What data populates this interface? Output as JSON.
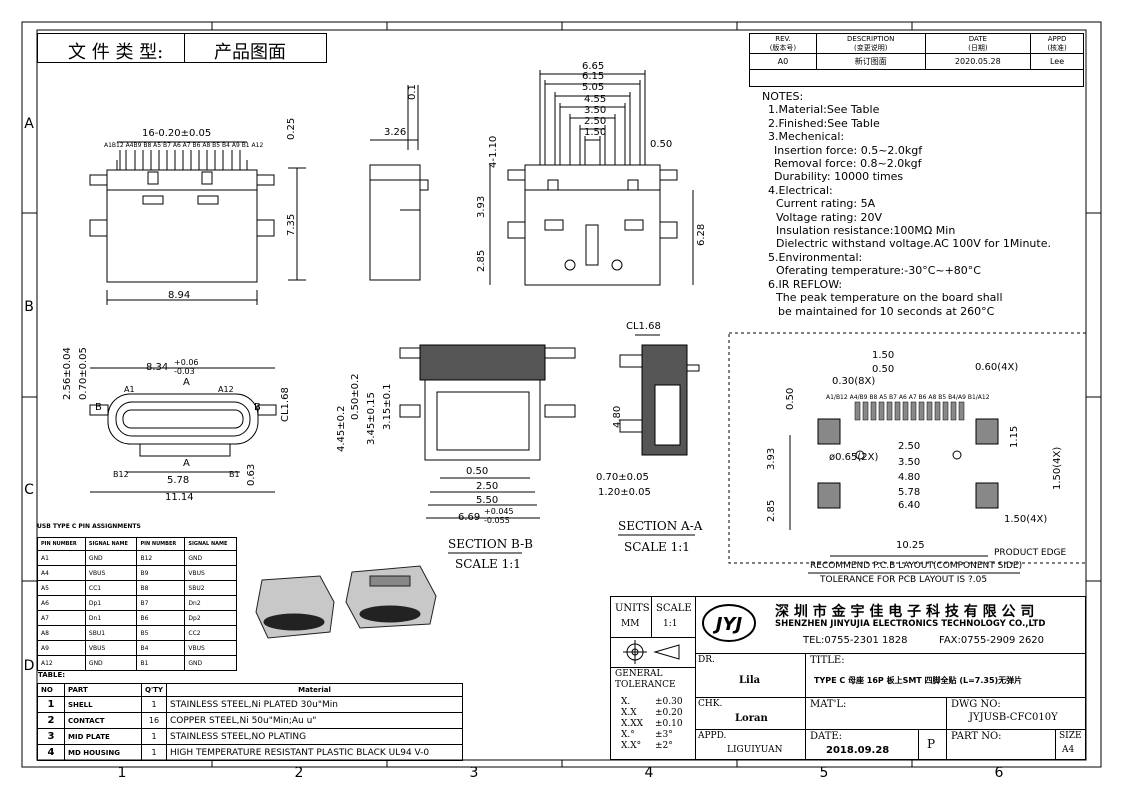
{
  "frame": {
    "columns": [
      "1",
      "2",
      "3",
      "4",
      "5",
      "6"
    ],
    "rows": [
      "A",
      "B",
      "C",
      "D"
    ]
  },
  "title_box": {
    "label": "文 件 类 型:",
    "value": "产品图面"
  },
  "revision": {
    "headers": [
      "REV.\n(版本号)",
      "DESCRIPTION\n(变更说明)",
      "DATE\n(日期)",
      "APPD\n(核准)"
    ],
    "row": [
      "A0",
      "新订图面",
      "2020.05.28",
      "Lee"
    ]
  },
  "notes": {
    "title": "NOTES:",
    "lines": [
      "1.Material:See Table",
      "2.Finished:See Table",
      "3.Mechenical:",
      "Insertion force: 0.5~2.0kgf",
      "Removal force: 0.8~2.0kgf",
      "Durability: 10000 times",
      "4.Electrical:",
      "Current rating: 5A",
      "Voltage rating: 20V",
      "Insulation resistance:100MΩ Min",
      "Dielectric withstand voltage.AC 100V for 1Minute.",
      "5.Environmental:",
      "Oferating temperature:-30°C~+80°C",
      "6.IR REFLOW:",
      "The peak temperature on the board shall",
      "be maintained for 10 seconds at 260°C"
    ]
  },
  "dims": {
    "top_width": "16-0.20±0.05",
    "top_pins": "A1B12 A4B9 B8 A5 B7 A6 A7 B6 A8 B5 B4 A9 B1 A12",
    "d025": "0.25",
    "d735": "7.35",
    "d894": "8.94",
    "d326": "3.26",
    "d01": "0.1",
    "d665": "6.65",
    "d615": "6.15",
    "d505": "5.05",
    "d455": "4.55",
    "d350": "3.50",
    "d250": "2.50",
    "d150": "1.50",
    "d050": "0.50",
    "d110": "4-1.10",
    "d393": "3.93",
    "d628": "6.28",
    "d285": "2.85",
    "d834": "8.34",
    "d834_tol_up": "+0.06",
    "d834_tol_dn": "-0.03",
    "d256": "2.56±0.04",
    "d070": "0.70±0.05",
    "dcl168": "CL1.68",
    "d578": "5.78",
    "d1114": "11.14",
    "d063": "0.63",
    "lblA": "A",
    "lblB": "B",
    "lblA1": "A1",
    "lblA12": "A12",
    "lblB12": "B12",
    "lblB1": "B1",
    "s445": "4.45±0.2",
    "s050": "0.50±0.2",
    "s345": "3.45±0.15",
    "s315": "3.15±0.1",
    "s050b": "0.50",
    "s250": "2.50",
    "s550": "5.50",
    "s669": "6.69",
    "s669_up": "+0.045",
    "s669_dn": "-0.055",
    "sec_b": "SECTION B-B",
    "sec_b_scale": "SCALE 1:1",
    "a_cl168": "CL1.68",
    "a480": "4.80",
    "a070": "0.70±0.05",
    "a120": "1.20±0.05",
    "sec_a": "SECTION A-A",
    "sec_a_scale": "SCALE 1:1",
    "p150": "1.50",
    "p050": "0.50",
    "p060": "0.60(4X)",
    "p030": "0.30(8X)",
    "p050v": "0.50",
    "p115": "1.15",
    "p250": "2.50",
    "p350": "3.50",
    "p065": "ø0.65(2X)",
    "p480": "4.80",
    "p578": "5.78",
    "p640": "6.40",
    "p393": "3.93",
    "p285": "2.85",
    "p150_4x": "1.50(4X)",
    "p150_4x_b": "1.50(4X)",
    "p1025": "10.25",
    "product_edge": "PRODUCT EDGE",
    "pcb_pins": "A1/B12 A4/B9 B8 A5 B7 A6 A7 B6 A8 B5 B4/A9 B1/A12",
    "pcb_title": "RECOMMEND P.C.B LAYOUT(COMPONENT SIDE)",
    "pcb_tol": "TOLERANCE FOR PCB LAYOUT IS ?.05"
  },
  "pin_table": {
    "title": "USB TYPE C PIN ASSIGNMENTS",
    "headers": [
      "PIN NUMBER",
      "SIGNAL NAME",
      "PIN NUMBER",
      "SIGNAL NAME"
    ],
    "rows": [
      [
        "A1",
        "GND",
        "B12",
        "GND"
      ],
      [
        "A4",
        "VBUS",
        "B9",
        "VBUS"
      ],
      [
        "A5",
        "CC1",
        "B8",
        "SBU2"
      ],
      [
        "A6",
        "Dp1",
        "B7",
        "Dn2"
      ],
      [
        "A7",
        "Dn1",
        "B6",
        "Dp2"
      ],
      [
        "A8",
        "SBU1",
        "B5",
        "CC2"
      ],
      [
        "A9",
        "VBUS",
        "B4",
        "VBUS"
      ],
      [
        "A12",
        "GND",
        "B1",
        "GND"
      ]
    ]
  },
  "bom": {
    "table_label": "TABLE:",
    "headers": [
      "NO",
      "PART",
      "Q'TY",
      "Material"
    ],
    "rows": [
      [
        "1",
        "SHELL",
        "1",
        "STAINLESS STEEL,Ni PLATED 30u\"Min"
      ],
      [
        "2",
        "CONTACT",
        "16",
        "COPPER STEEL,Ni 50u\"Min;Au u\""
      ],
      [
        "3",
        "MID PLATE",
        "1",
        "STAINLESS STEEL,NO PLATING"
      ],
      [
        "4",
        "MD HOUSING",
        "1",
        "HIGH TEMPERATURE RESISTANT PLASTIC BLACK UL94 V-0"
      ]
    ]
  },
  "title_block": {
    "units_label": "UNITS",
    "units_value": "MM",
    "scale_label": "SCALE",
    "scale_value": "1:1",
    "logo": "JYJ",
    "company_cn": "深 圳 市 金 宇 佳 电 子 科 技 有 限 公 司",
    "company_en": "SHENZHEN JINYUJIA ELECTRONICS TECHNOLOGY CO.,LTD",
    "tel": "TEL:0755-2301 1828",
    "fax": "FAX:0755-2909 2620",
    "general_tol_label": "GENERAL\nTOLERANCE",
    "tolerances": [
      [
        "X.",
        "±0.30"
      ],
      [
        "X.X",
        "±0.20"
      ],
      [
        "X.XX",
        "±0.10"
      ],
      [
        "X.°",
        "±3°"
      ],
      [
        "X.X°",
        "±2°"
      ]
    ],
    "dr_label": "DR.",
    "dr_value": "Lila",
    "title_label": "TITLE:",
    "title_value": "TYPE C 母座 16P 板上SMT 四脚全贴 (L=7.35)无弹片",
    "chk_label": "CHK.",
    "chk_value": "Loran",
    "mat_label": "MAT'L:",
    "dwg_label": "DWG NO:",
    "dwg_value": "JYJUSB-CFC010Y",
    "appd_label": "APPD.",
    "appd_value": "LIGUIYUAN",
    "date_label": "DATE:",
    "date_value": "2018.09.28",
    "rev_letter": "P",
    "part_label": "PART NO:",
    "size_label": "SIZE",
    "size_value": "A4"
  }
}
